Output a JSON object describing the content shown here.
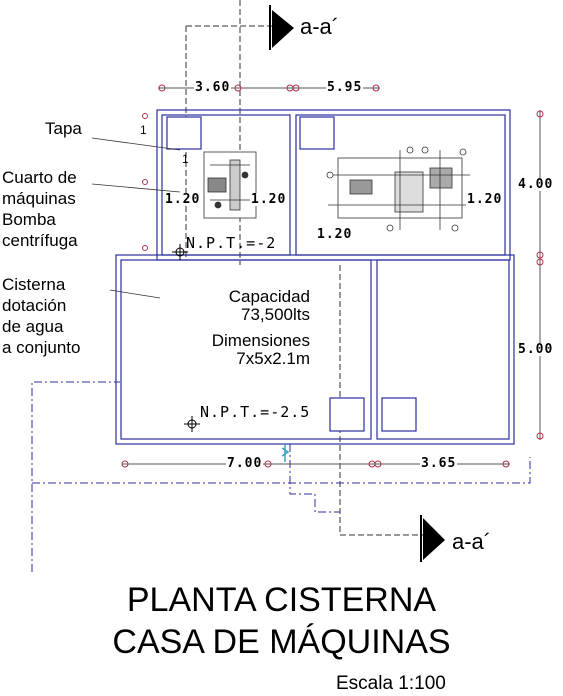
{
  "section_cut": "a-a´",
  "labels": {
    "tapa": "Tapa",
    "tapa_marker": "1",
    "tapa_marker_2": "1",
    "cuarto_lines": [
      "Cuarto de",
      "máquinas",
      "Bomba",
      "centrífuga"
    ],
    "cisterna_lines": [
      "Cisterna",
      "dotación",
      "de agua",
      "a conjunto"
    ]
  },
  "capacity": {
    "heading": "Capacidad",
    "value": "73,500lts",
    "dims_heading": "Dimensiones",
    "dims_value": "7x5x2.1m"
  },
  "levels": {
    "machine_room": "N.P.T.=-2",
    "cistern": "N.P.T.=-2.5"
  },
  "dimensions": {
    "top_left": "3.60",
    "top_right": "5.95",
    "bottom_left": "7.00",
    "bottom_right": "3.65",
    "right_upper": "4.00",
    "right_lower": "5.00",
    "inner_a": "1.20",
    "inner_b": "1.20",
    "inner_c": "1.20",
    "inner_d": "1.20"
  },
  "title": {
    "line1": "PLANTA CISTERNA",
    "line2": "CASA DE MÁQUINAS",
    "scale": "Escala 1:100"
  },
  "colors": {
    "walls": "#2b2f9e",
    "dashed": "#3a3a7a",
    "ink": "#000000",
    "dim_marks": "#b0304a",
    "pipe": "#3aa0c8"
  }
}
